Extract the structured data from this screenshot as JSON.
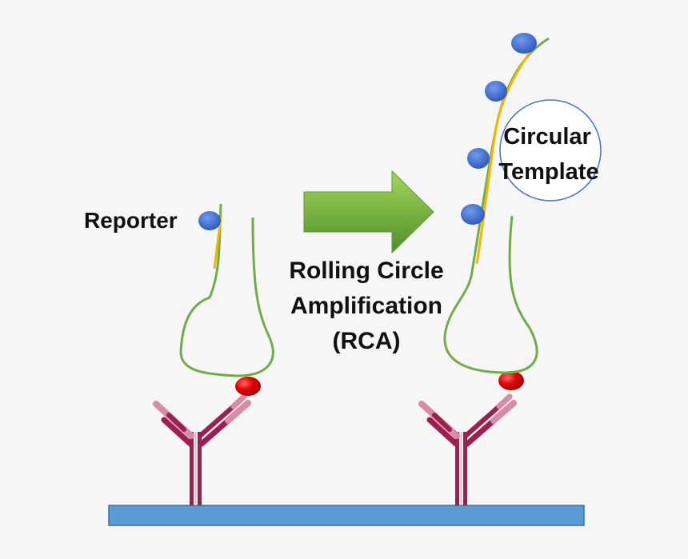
{
  "labels": {
    "reporter": "Reporter",
    "arrow_line1": "Rolling Circle",
    "arrow_line2": "Amplification",
    "arrow_line3": "(RCA)",
    "template_line1": "Circular",
    "template_line2": "Template"
  },
  "colors": {
    "background": "#f6f6f6",
    "surface": "#5b9bd5",
    "antibody_dark": "#9b1f4f",
    "antibody_light": "#d98aa4",
    "dna_strand": "#70ad47",
    "primer": "#f2b705",
    "reporter_dot": "#3b6fd1",
    "antigen_bead": "#e00000",
    "arrow_light": "#8dc63f",
    "arrow_dark": "#4f8f28",
    "template_circle": "#4a72c4"
  }
}
